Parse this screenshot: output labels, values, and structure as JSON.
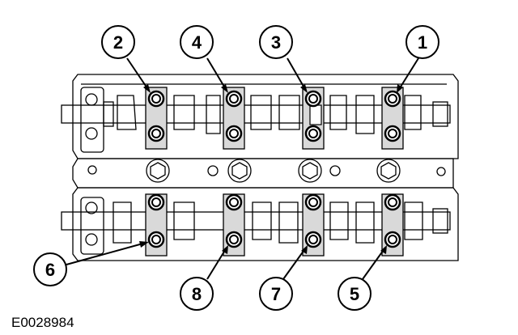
{
  "figure_id": "E0028984",
  "callouts": [
    {
      "label": "1",
      "name": "callout-1"
    },
    {
      "label": "2",
      "name": "callout-2"
    },
    {
      "label": "3",
      "name": "callout-3"
    },
    {
      "label": "4",
      "name": "callout-4"
    },
    {
      "label": "5",
      "name": "callout-5"
    },
    {
      "label": "6",
      "name": "callout-6"
    },
    {
      "label": "7",
      "name": "callout-7"
    },
    {
      "label": "8",
      "name": "callout-8"
    }
  ]
}
